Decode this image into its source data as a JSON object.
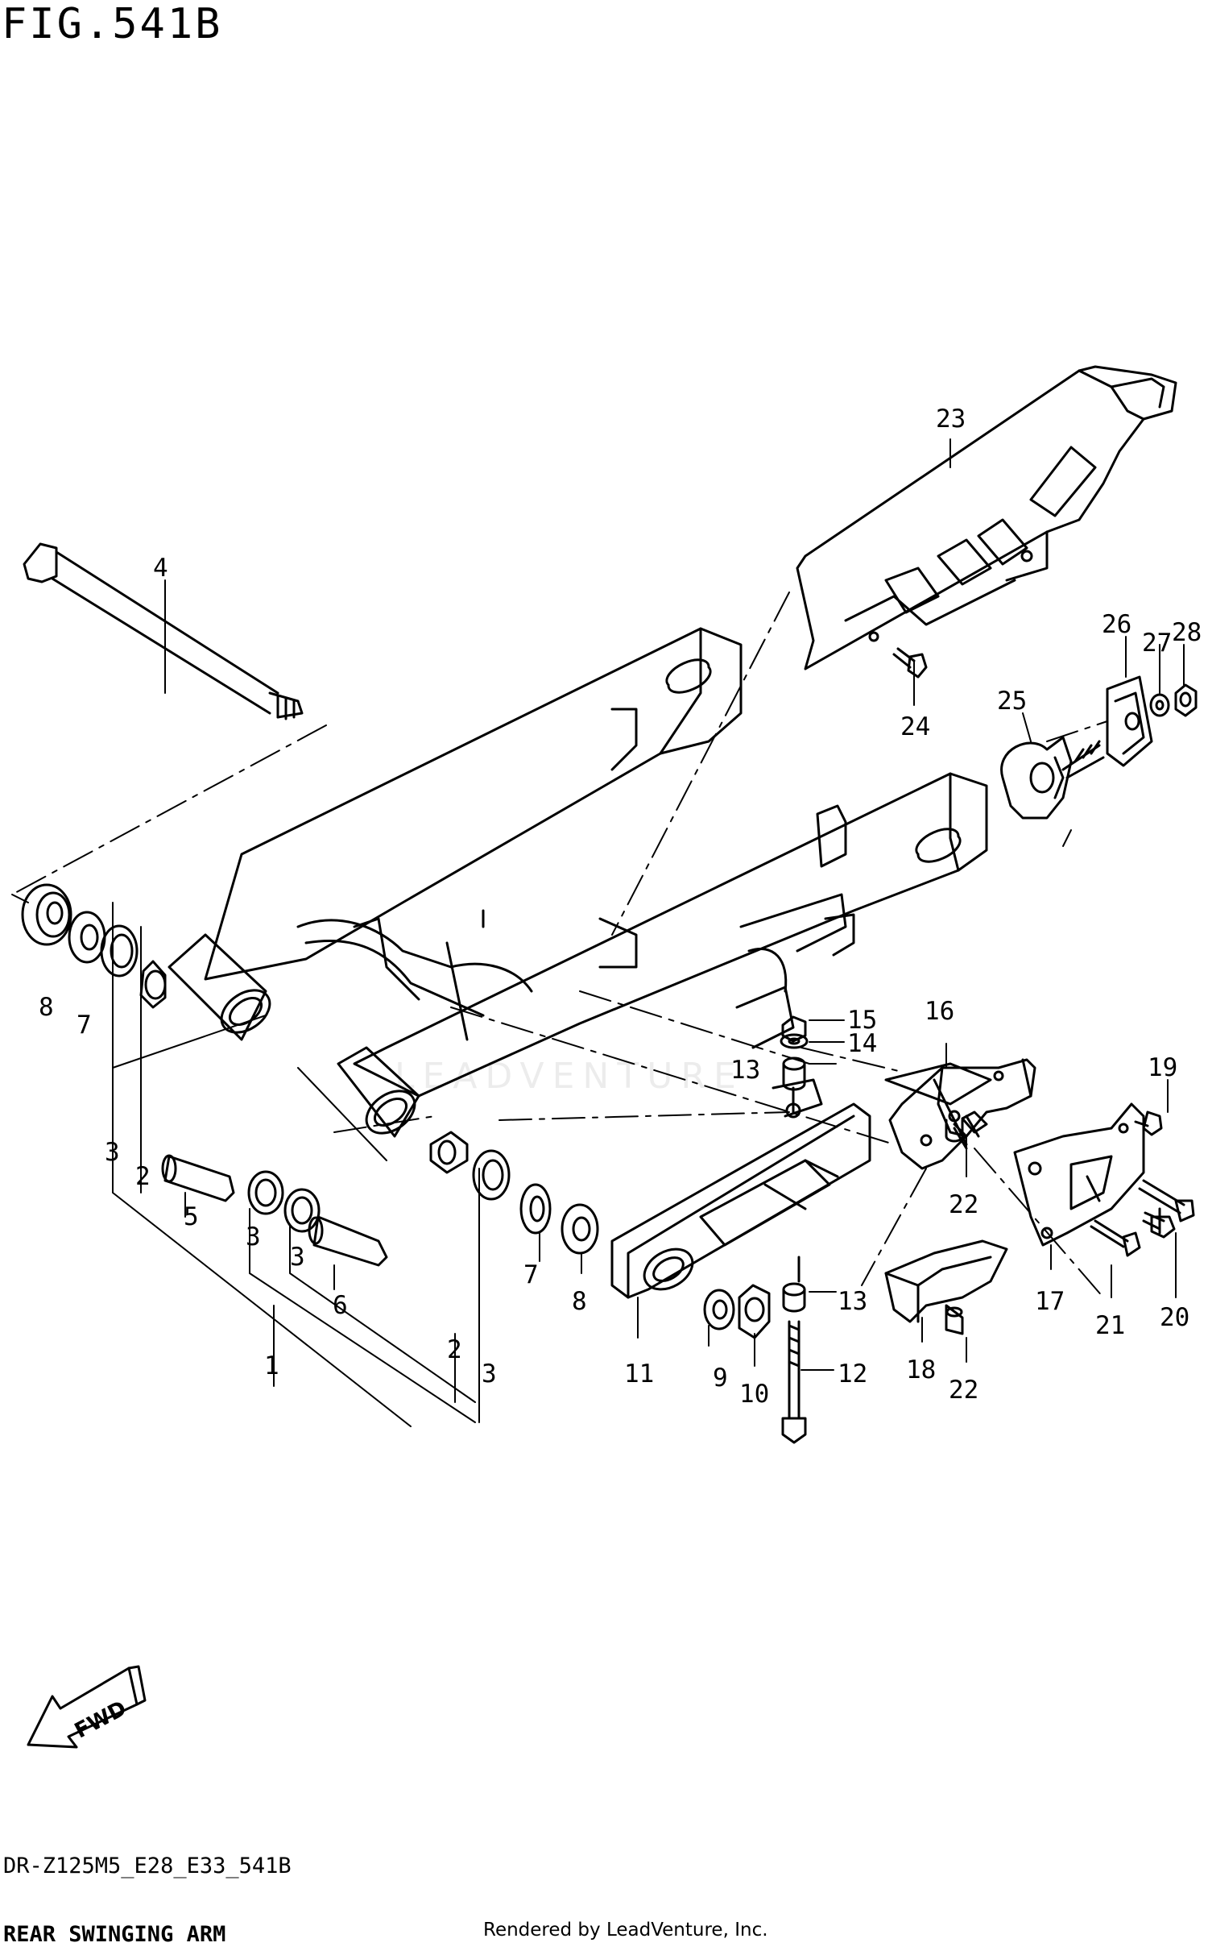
{
  "figure": {
    "title": "FIG.541B",
    "model_code": "DR-Z125M5_E28_E33_541B",
    "name": "REAR SWINGING ARM",
    "credit": "Rendered by LeadVenture, Inc.",
    "watermark": "LEADVENTURE"
  },
  "direction": {
    "label": "FWD"
  },
  "callouts": [
    {
      "id": "c1",
      "text": "1"
    },
    {
      "id": "c2a",
      "text": "2"
    },
    {
      "id": "c2b",
      "text": "2"
    },
    {
      "id": "c3a",
      "text": "3"
    },
    {
      "id": "c3b",
      "text": "3"
    },
    {
      "id": "c3c",
      "text": "3"
    },
    {
      "id": "c3d",
      "text": "3"
    },
    {
      "id": "c4",
      "text": "4"
    },
    {
      "id": "c5",
      "text": "5"
    },
    {
      "id": "c6",
      "text": "6"
    },
    {
      "id": "c7a",
      "text": "7"
    },
    {
      "id": "c7b",
      "text": "7"
    },
    {
      "id": "c8a",
      "text": "8"
    },
    {
      "id": "c8b",
      "text": "8"
    },
    {
      "id": "c9",
      "text": "9"
    },
    {
      "id": "c10",
      "text": "10"
    },
    {
      "id": "c11",
      "text": "11"
    },
    {
      "id": "c12",
      "text": "12"
    },
    {
      "id": "c13a",
      "text": "13"
    },
    {
      "id": "c13b",
      "text": "13"
    },
    {
      "id": "c14",
      "text": "14"
    },
    {
      "id": "c15",
      "text": "15"
    },
    {
      "id": "c16",
      "text": "16"
    },
    {
      "id": "c17",
      "text": "17"
    },
    {
      "id": "c18",
      "text": "18"
    },
    {
      "id": "c19",
      "text": "19"
    },
    {
      "id": "c20",
      "text": "20"
    },
    {
      "id": "c21",
      "text": "21"
    },
    {
      "id": "c22a",
      "text": "22"
    },
    {
      "id": "c22b",
      "text": "22"
    },
    {
      "id": "c23",
      "text": "23"
    },
    {
      "id": "c24",
      "text": "24"
    },
    {
      "id": "c25",
      "text": "25"
    },
    {
      "id": "c26",
      "text": "26"
    },
    {
      "id": "c27",
      "text": "27"
    },
    {
      "id": "c28",
      "text": "28"
    }
  ]
}
